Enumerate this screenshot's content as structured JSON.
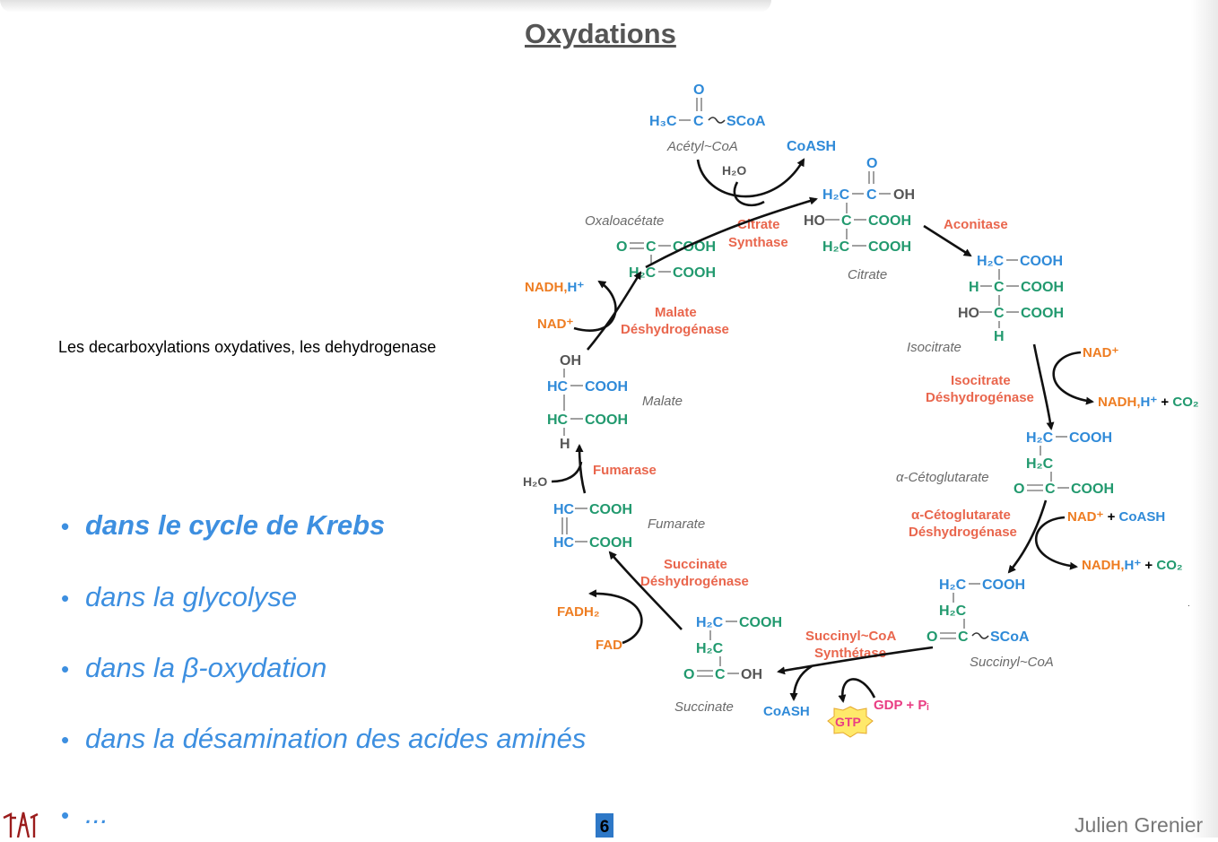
{
  "slide": {
    "title": "Oxydations",
    "subtitle": "Les decarboxylations oxydatives, les dehydrogenase",
    "bullets": [
      "dans le cycle de Krebs",
      "dans la glycolyse",
      "dans la β-oxydation",
      "dans la désamination des acides aminés",
      "..."
    ],
    "bullet_glyph": "•",
    "page_number": "6",
    "author": "Julien Grenier",
    "mark": "."
  },
  "diagram": {
    "compounds": {
      "acetyl_coa": {
        "name": "Acétyl~CoA",
        "o": "O",
        "l1a": "H₃C",
        "l1b": "C",
        "l1c": "SCoA"
      },
      "citrate": {
        "name": "Citrate",
        "o": "O",
        "r1a": "H₂C",
        "r1b": "C",
        "r1c": "OH",
        "r2a": "HO",
        "r2b": "C",
        "r2c": "COOH",
        "r3a": "H₂C",
        "r3b": "COOH"
      },
      "isocitrate": {
        "name": "Isocitrate",
        "r1a": "H₂C",
        "r1b": "COOH",
        "r2a": "H",
        "r2b": "C",
        "r2c": "COOH",
        "r3a": "HO",
        "r3b": "C",
        "r3c": "COOH",
        "r4": "H"
      },
      "a_ketoglutarate": {
        "name": "α-Cétoglutarate",
        "r1a": "H₂C",
        "r1b": "COOH",
        "r2": "H₂C",
        "r3a": "O",
        "r3b": "C",
        "r3c": "COOH"
      },
      "succinyl_coa": {
        "name": "Succinyl~CoA",
        "r1a": "H₂C",
        "r1b": "COOH",
        "r2": "H₂C",
        "r3a": "O",
        "r3b": "C",
        "r3c": "SCoA"
      },
      "succinate": {
        "name": "Succinate",
        "r1a": "H₂C",
        "r1b": "COOH",
        "r2": "H₂C",
        "r3a": "O",
        "r3b": "C",
        "r3c": "OH"
      },
      "fumarate": {
        "name": "Fumarate",
        "r1a": "HC",
        "r1b": "COOH",
        "r2a": "HC",
        "r2b": "COOH"
      },
      "malate": {
        "name": "Malate",
        "r0": "OH",
        "r1a": "HC",
        "r1b": "COOH",
        "r2a": "HC",
        "r2b": "COOH",
        "r3": "H"
      },
      "oxaloacetate": {
        "name": "Oxaloacétate",
        "r1a": "O",
        "r1b": "C",
        "r1c": "COOH",
        "r2a": "H₂C",
        "r2b": "COOH"
      }
    },
    "enzymes": {
      "citrate_synthase": [
        "Citrate",
        "Synthase"
      ],
      "aconitase": "Aconitase",
      "isocitrate_dh": [
        "Isocitrate",
        "Déshydrogénase"
      ],
      "akg_dh": [
        "α-Cétoglutarate",
        "Déshydrogénase"
      ],
      "succinyl_coa_synthetase": [
        "Succinyl~CoA",
        "Synthétase"
      ],
      "succinate_dh": [
        "Succinate",
        "Déshydrogénase"
      ],
      "fumarase": "Fumarase",
      "malate_dh": [
        "Malate",
        "Déshydrogénase"
      ]
    },
    "cofactors": {
      "h2o_citrate": "H₂O",
      "coash_citrate": "CoASH",
      "nad_isocitrate": "NAD⁺",
      "nadh_isocitrate": [
        "NADH,",
        "H⁺",
        " + ",
        "CO₂"
      ],
      "nad_akg": [
        "NAD⁺",
        " + ",
        "CoASH"
      ],
      "nadh_akg": [
        "NADH,",
        "H⁺",
        " + ",
        "CO₂"
      ],
      "gdp": "GDP + Pᵢ",
      "gtp": "GTP",
      "coash_succinyl": "CoASH",
      "fad": "FAD",
      "fadh2": "FADH₂",
      "h2o_fumarase": "H₂O",
      "nad_malate": "NAD⁺",
      "nadh_malate": [
        "NADH,",
        "H⁺"
      ]
    },
    "colors": {
      "blue": "#2f8ad8",
      "green": "#21996e",
      "orange": "#ee7d22",
      "enzyme": "#e9664d",
      "pink": "#e93d83",
      "gtp_fill": "#ffe96a"
    }
  }
}
